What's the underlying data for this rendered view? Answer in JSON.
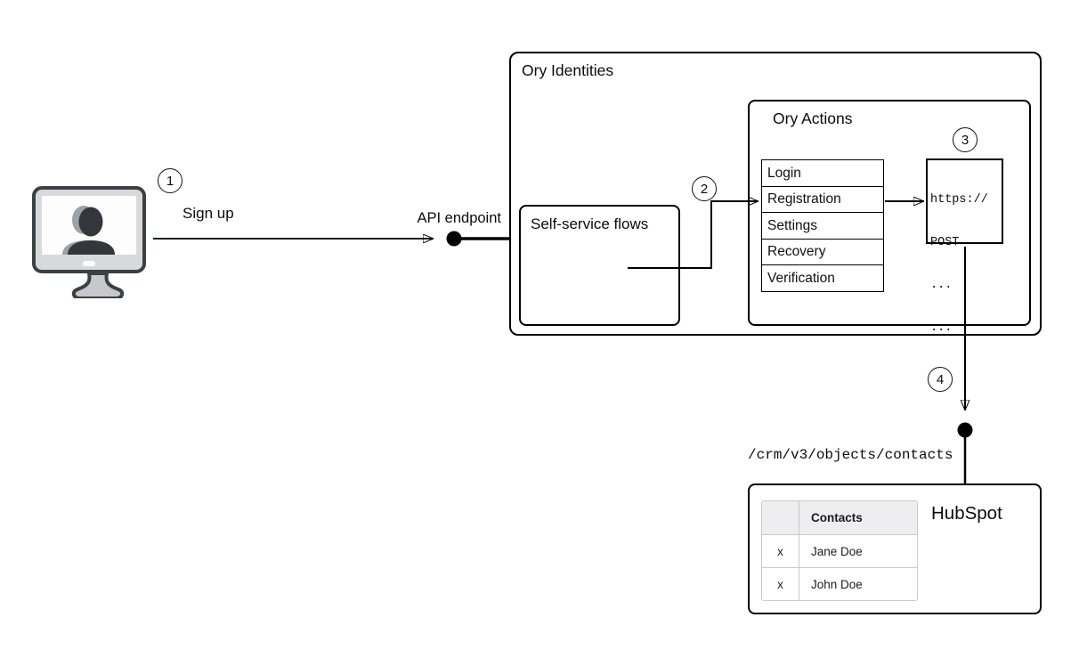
{
  "diagram": {
    "steps": {
      "one": "1",
      "two": "2",
      "three": "3",
      "four": "4"
    },
    "signup_label": "Sign up",
    "api_endpoint_label": "API endpoint",
    "ory_identities_title": "Ory Identities",
    "self_service_title": "Self-service flows",
    "ory_actions_title": "Ory Actions",
    "flows": [
      "Login",
      "Registration",
      "Settings",
      "Recovery",
      "Verification"
    ],
    "webhook_code": [
      "https://",
      "POST",
      "...",
      "..."
    ],
    "crm_path": "/crm/v3/objects/contacts",
    "hubspot": {
      "title": "HubSpot",
      "table": {
        "header_contacts": "Contacts",
        "rows": [
          {
            "c1": "x",
            "c2": "Jane Doe"
          },
          {
            "c1": "x",
            "c2": "John Doe"
          }
        ]
      }
    },
    "colors": {
      "line": "#000000",
      "monitor_body": "#d8d9da",
      "monitor_stand": "#c7c8c9",
      "silhouette": "#33373c",
      "table_header_bg": "#eeeef0"
    }
  }
}
